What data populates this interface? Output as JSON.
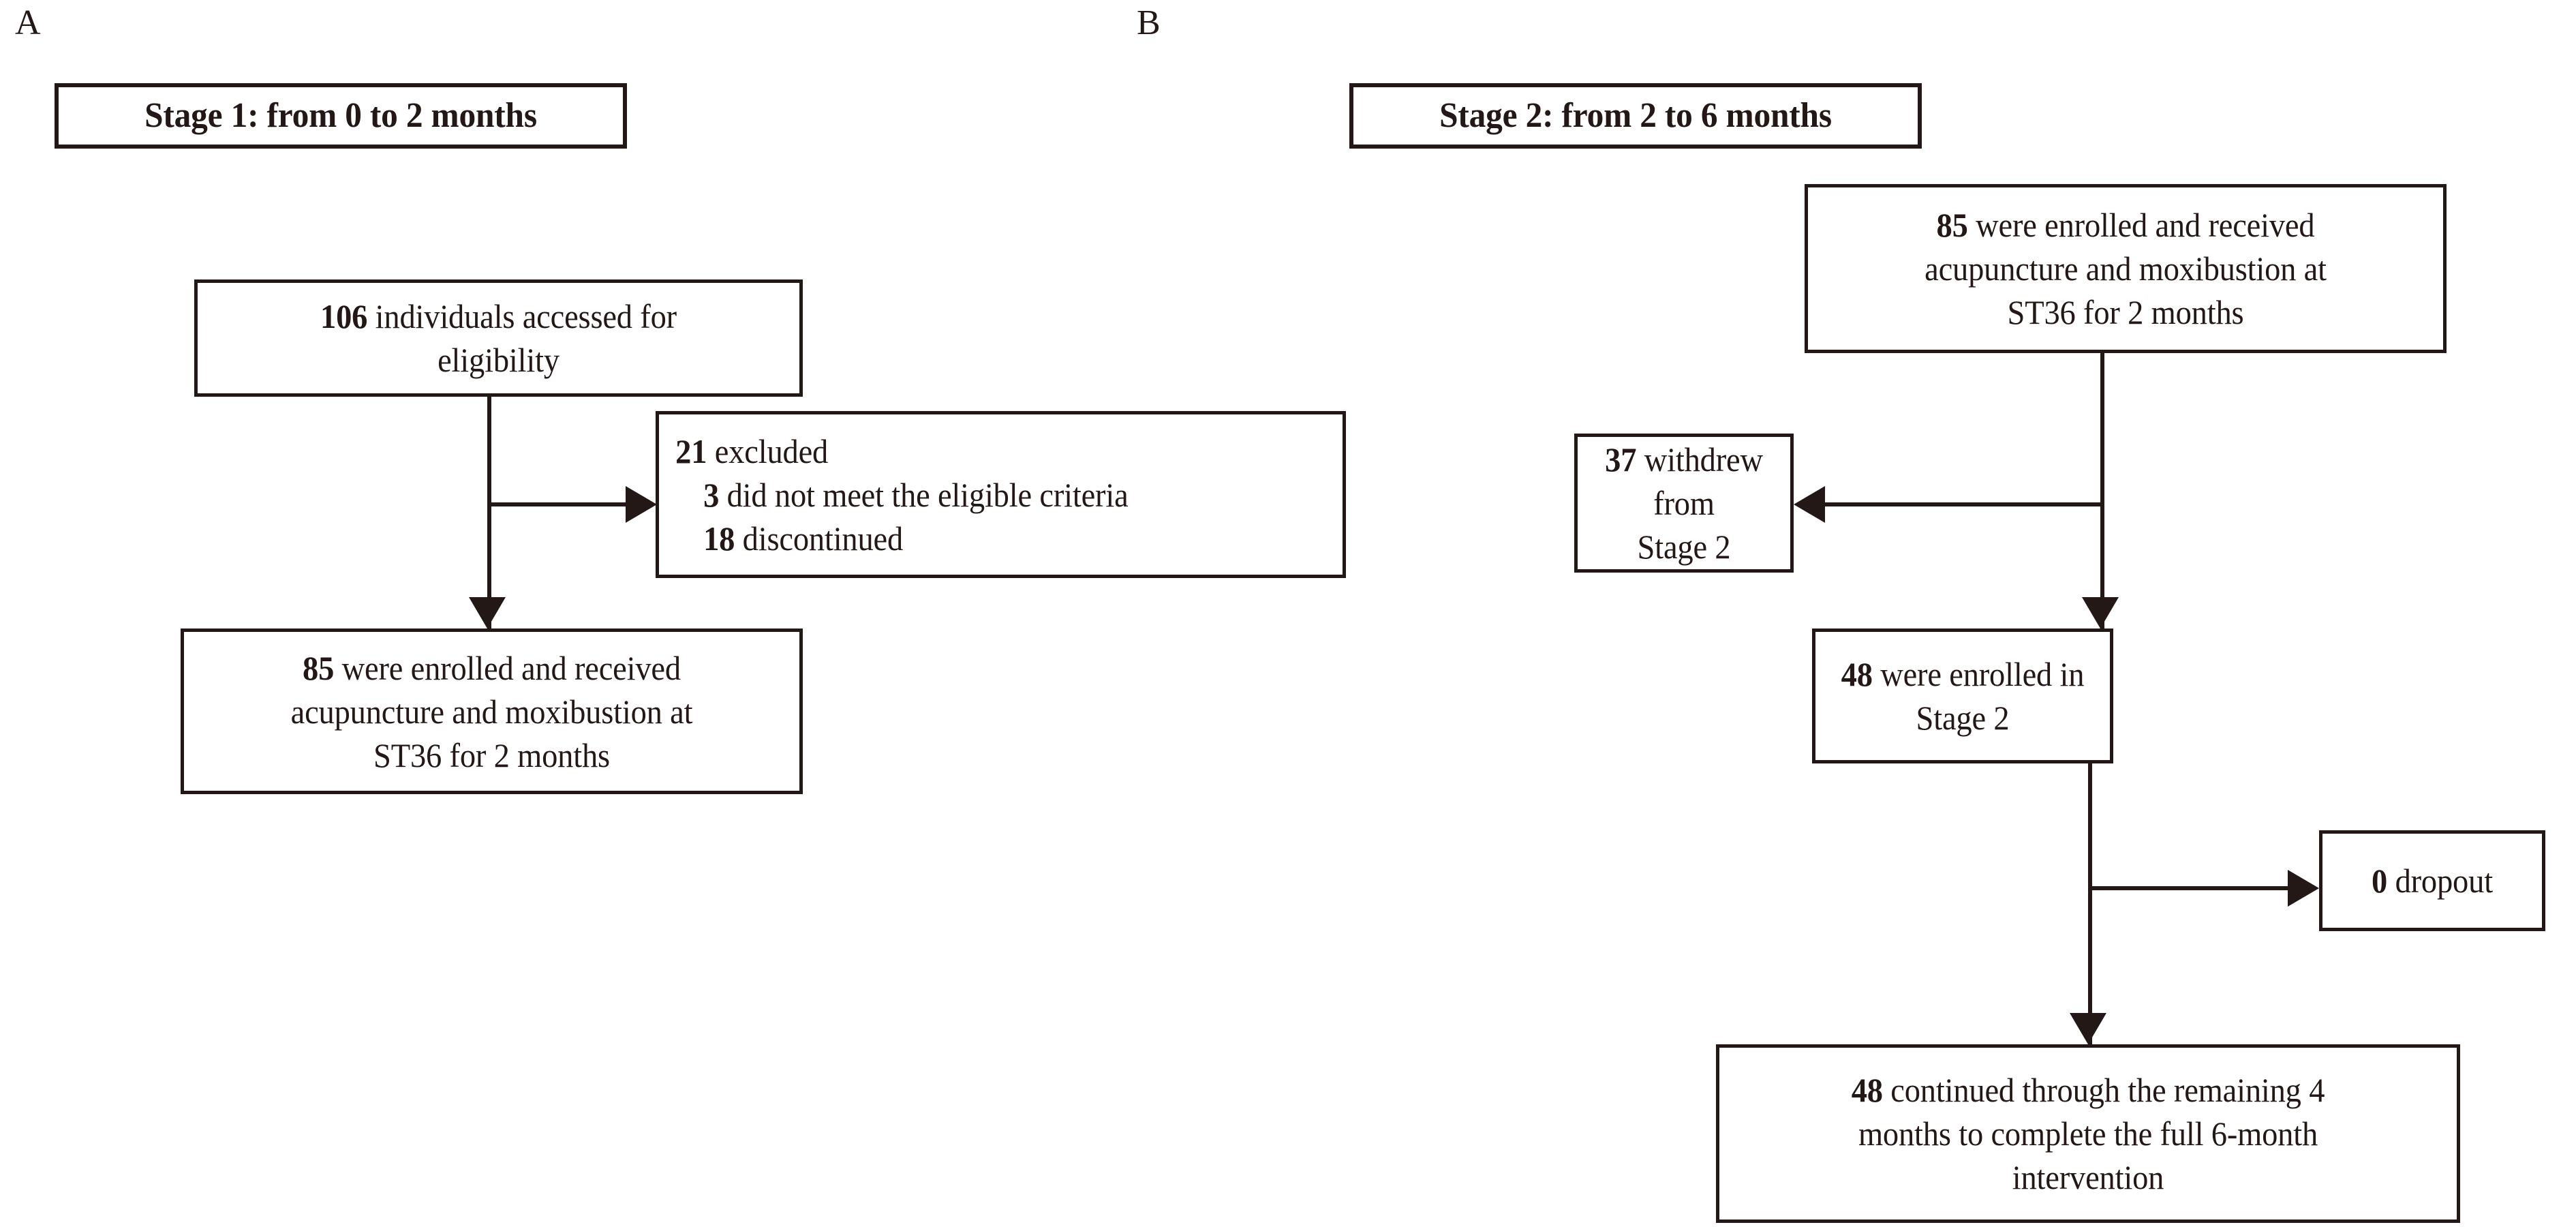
{
  "figure": {
    "type": "flowchart",
    "background_color": "#ffffff",
    "ink_color": "#231815"
  },
  "panels": [
    {
      "id": "A",
      "label": "A",
      "header": "Stage 1: from 0 to 2 months",
      "nodes": [
        {
          "id": "a-eligibility",
          "count": "106",
          "text": "individuals accessed for eligibility",
          "full": "106 individuals accessed for eligibility",
          "lines": [
            "106 individuals accessed for",
            "eligibility"
          ]
        },
        {
          "id": "a-excluded",
          "count": "21",
          "text": "excluded",
          "full": "21 excluded",
          "sub_items": [
            {
              "count": "3",
              "text": "did not meet the eligible criteria"
            },
            {
              "count": "18",
              "text": "discontinued"
            }
          ]
        },
        {
          "id": "a-enrolled",
          "count": "85",
          "text": "were enrolled and received acupuncture and moxibustion at ST36 for 2 months",
          "full": "85 were enrolled and received acupuncture and moxibustion at ST36 for 2 months",
          "lines": [
            "85 were enrolled and received",
            "acupuncture and moxibustion at",
            "ST36 for 2 months"
          ]
        }
      ]
    },
    {
      "id": "B",
      "label": "B",
      "header": "Stage 2: from 2 to 6 months",
      "nodes": [
        {
          "id": "b-enrolled",
          "count": "85",
          "text": "were enrolled and received acupuncture and moxibustion at ST36 for 2 months",
          "full": "85 were enrolled and received acupuncture and moxibustion at ST36 for 2 months",
          "lines": [
            "85 were enrolled and received",
            "acupuncture and moxibustion at",
            "ST36 for 2 months"
          ]
        },
        {
          "id": "b-withdrew",
          "count": "37",
          "text": "withdrew from Stage 2",
          "full": "37 withdrew from Stage 2",
          "lines": [
            "37 withdrew from",
            "Stage 2"
          ]
        },
        {
          "id": "b-stage2-enrolled",
          "count": "48",
          "text": "were enrolled in Stage 2",
          "full": "48 were enrolled in Stage 2"
        },
        {
          "id": "b-dropout",
          "count": "0",
          "text": "dropout",
          "full": "0 dropout"
        },
        {
          "id": "b-completed",
          "count": "48",
          "text": "continued through the remaining 4 months to complete the full 6-month intervention",
          "full": "48 continued through the remaining 4 months to complete the full 6-month intervention",
          "lines": [
            "48 continued through the remaining 4",
            "months to complete the full 6-month",
            "intervention"
          ]
        }
      ]
    }
  ]
}
